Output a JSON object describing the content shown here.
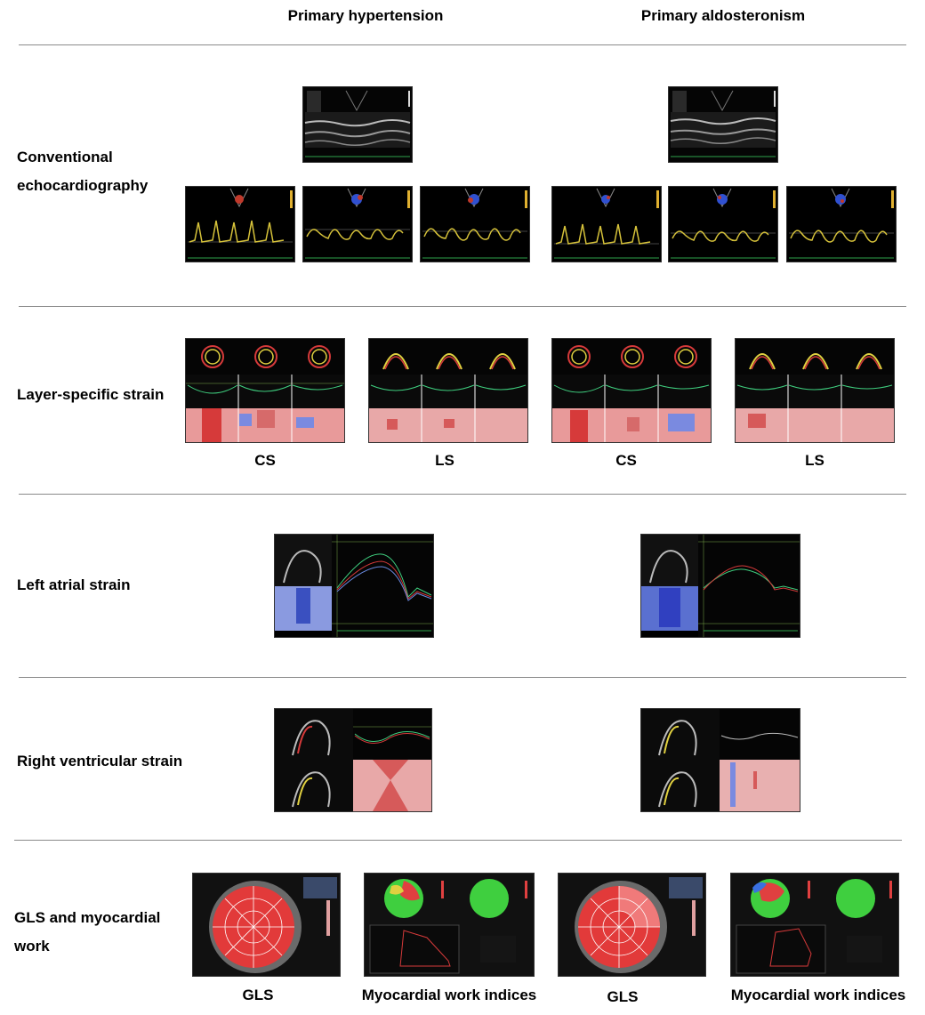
{
  "columns": {
    "left": "Primary hypertension",
    "right": "Primary aldosteronism"
  },
  "rows": {
    "conventional": "Conventional echocardiography",
    "layer": "Layer-specific strain",
    "atrial": "Left atrial strain",
    "rv": "Right ventricular strain",
    "gls": "GLS and myocardial work"
  },
  "captions": {
    "cs_left": "CS",
    "ls_left": "LS",
    "cs_right": "CS",
    "ls_right": "LS",
    "gls_left": "GLS",
    "mw_left": "Myocardial work indices",
    "gls_right": "GLS",
    "mw_right": "Myocardial work indices"
  },
  "colors": {
    "doppler": "#d6c23a",
    "strain_red": "#d63a3a",
    "strain_blue": "#4a6fd6",
    "bullseye_green": "#3fcf3f",
    "rule": "#8a8a8a"
  }
}
